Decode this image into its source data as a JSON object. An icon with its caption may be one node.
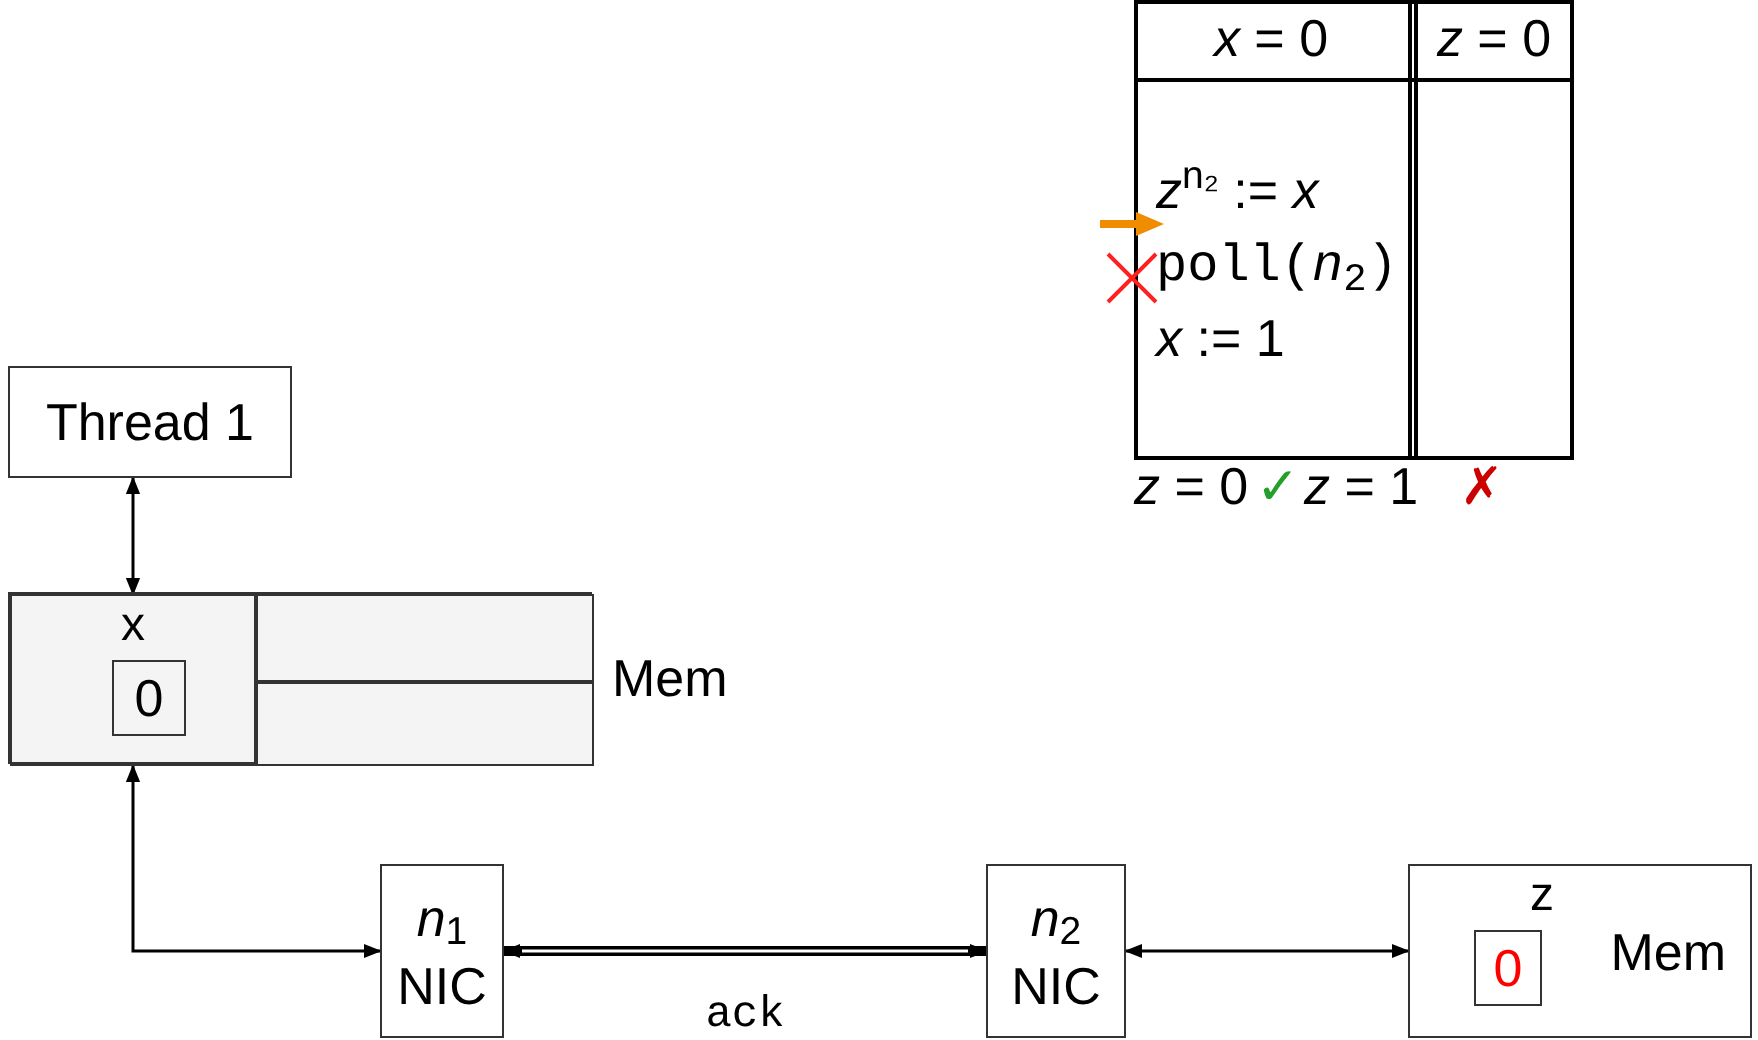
{
  "diagram": {
    "nodes": [
      {
        "text": [
          "Thread 1"
        ]
      },
      {
        "text": [],
        "shape": "box",
        "beside": [
          "Mem"
        ]
      },
      {
        "text": [
          "x"
        ],
        "in": 1
      },
      {
        "text": [
          "0"
        ],
        "in": 2
      },
      {
        "text": [],
        "shape": "box",
        "in": 1
      },
      {
        "text": [],
        "shape": "box",
        "in": 1
      },
      {
        "text": [
          "*n*$_{1}$",
          "NIC"
        ]
      },
      {
        "text": [
          "*n*$_{2}$",
          "NIC"
        ]
      },
      {
        "text": [
          "z",
          "Mem"
        ]
      },
      {
        "text": [
          "0"
        ],
        "in": 8
      }
    ],
    "edges": [
      {
        "from": 0,
        "to": 2,
        "arrow": "both"
      },
      {
        "from": 2,
        "to": 6,
        "arrow": "both"
      },
      {
        "from": 6,
        "to": 7,
        "arrow": "both",
        "label": "ack",
        "style": "thick"
      },
      {
        "from": 7,
        "to": 8,
        "arrow": "both"
      }
    ],
    "labels": [
      "*x* = 0",
      "*z* = 0",
      "*z*$^{n₂}$ := *x*",
      "poll(*n*$_{2}$)",
      "*x* := 1",
      "*z* = 0",
      "✓",
      "*z* = 1",
      "✗"
    ]
  }
}
